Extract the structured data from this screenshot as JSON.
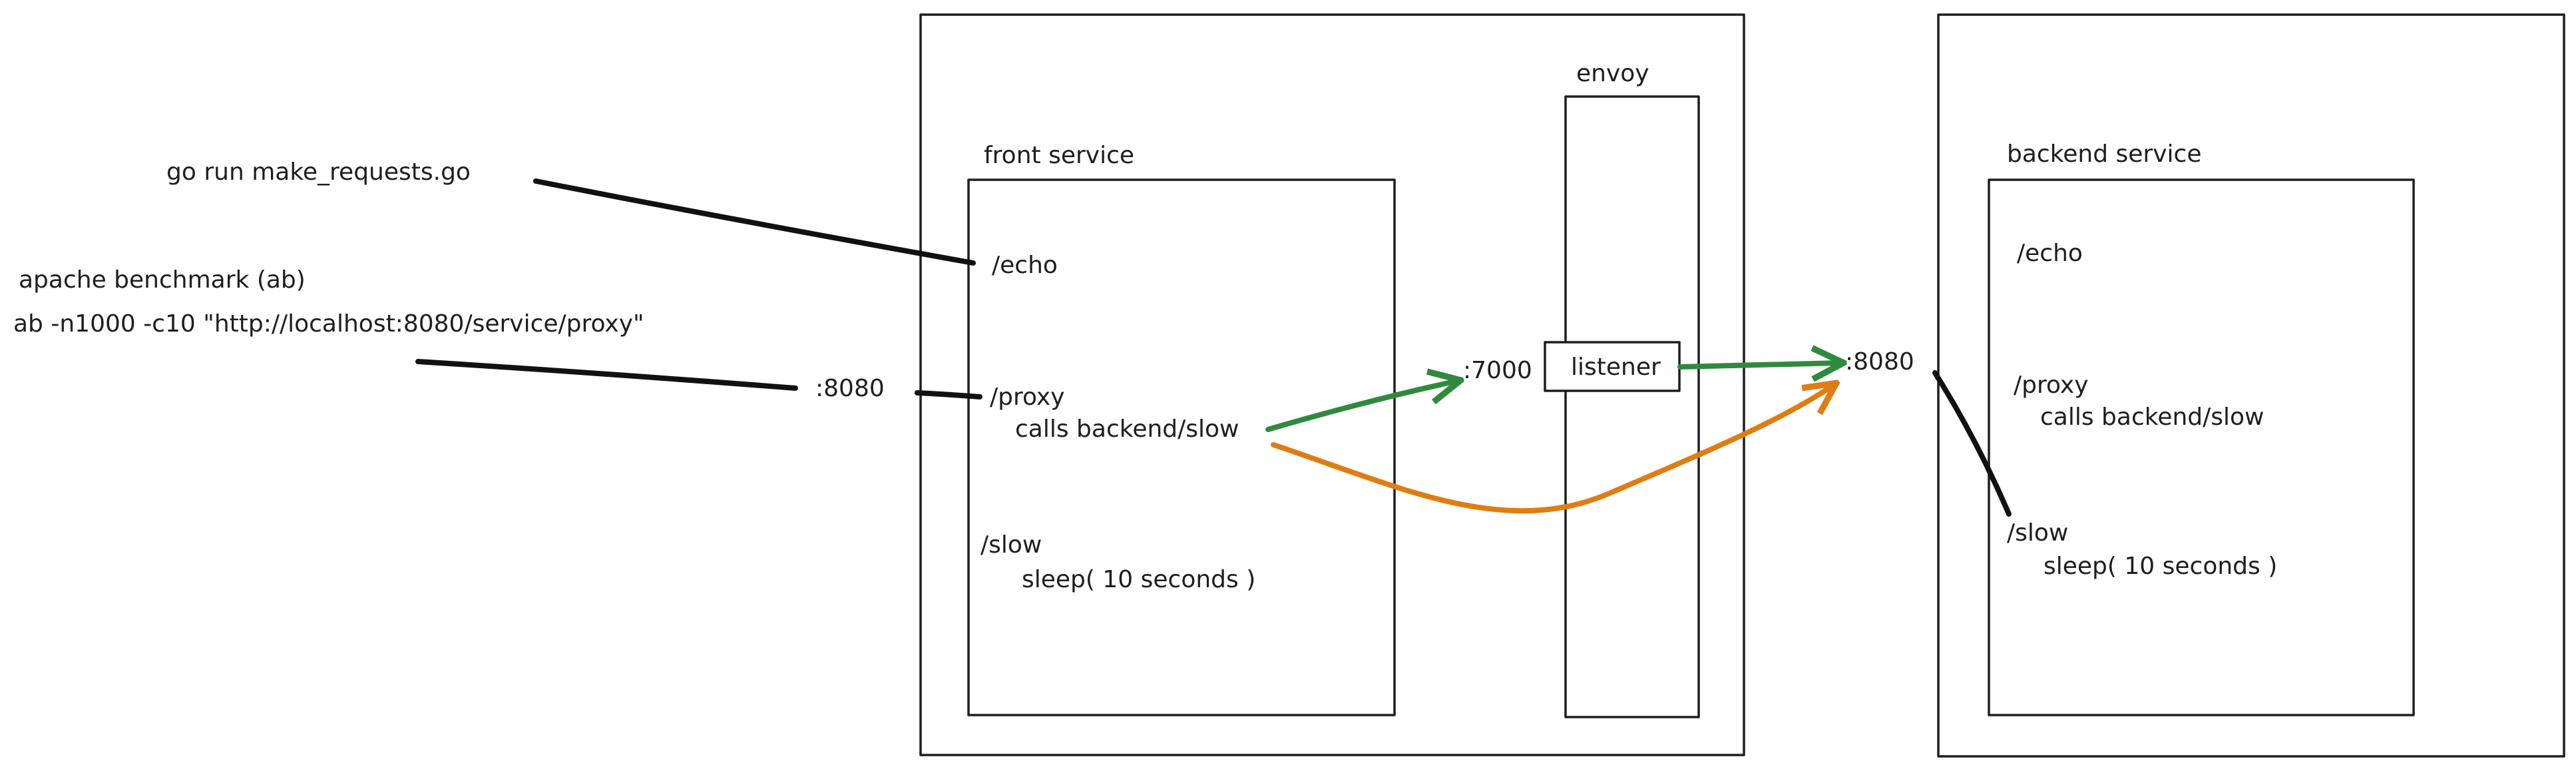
{
  "colors": {
    "ink": "#1e1e1e",
    "arrow_black": "#111111",
    "arrow_green": "#2f8a3e",
    "arrow_orange": "#e07d12",
    "background": "#ffffff"
  },
  "client": {
    "go_command": "go run make_requests.go",
    "ab_title": "apache benchmark (ab)",
    "ab_command": "ab -n1000 -c10 \"http://localhost:8080/service/proxy\""
  },
  "front": {
    "title": "front service",
    "port": ":8080",
    "echo": "/echo",
    "proxy": "/proxy",
    "proxy_call": "calls backend/slow",
    "slow": "/slow",
    "slow_sleep": "sleep( 10 seconds )"
  },
  "envoy": {
    "title": "envoy",
    "port": ":7000",
    "listener": "listener"
  },
  "backend": {
    "title": "backend service",
    "port": ":8080",
    "echo": "/echo",
    "proxy": "/proxy",
    "proxy_call": "calls backend/slow",
    "slow": "/slow",
    "slow_sleep": "sleep( 10 seconds )"
  }
}
